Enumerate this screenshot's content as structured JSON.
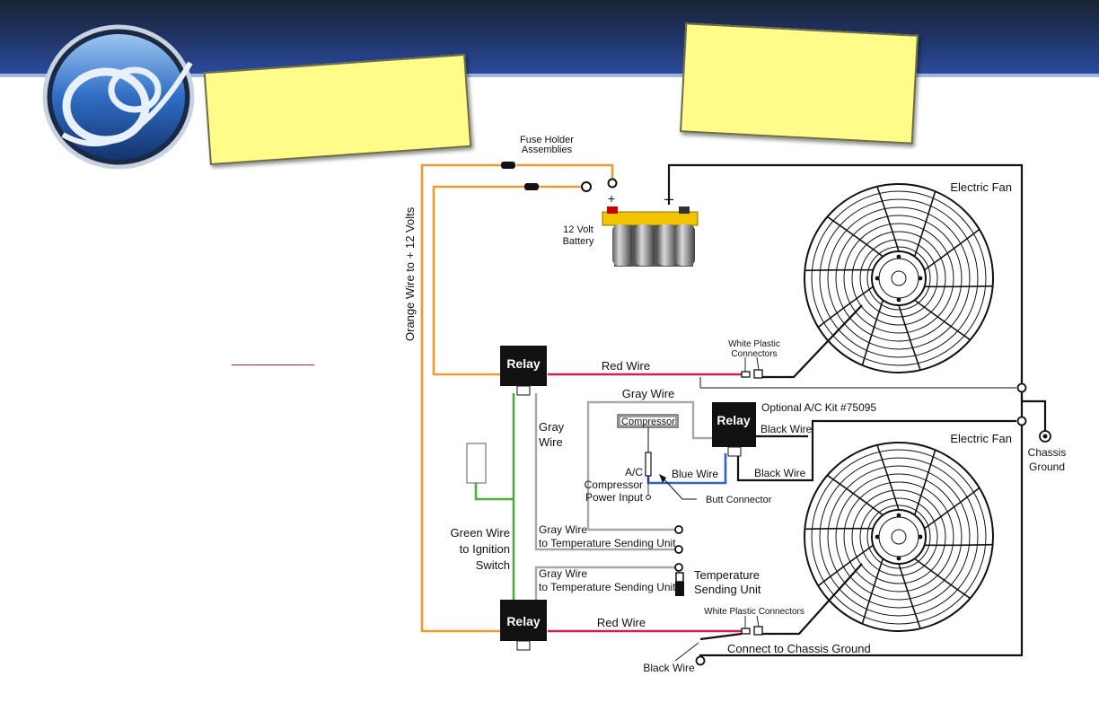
{
  "labels": {
    "fuse_holder": [
      "Fuse Holder",
      "Assemblies"
    ],
    "plus": "+",
    "minus": "–",
    "battery": [
      "12 Volt",
      "Battery"
    ],
    "orange_wire": "Orange Wire to + 12 Volts",
    "electric_fan_top": "Electric Fan",
    "electric_fan_bottom": "Electric Fan",
    "relay_top": "Relay",
    "relay_mid": "Relay",
    "relay_bottom": "Relay",
    "red_wire_top": "Red Wire",
    "red_wire_bottom": "Red Wire",
    "white_plastic_top": [
      "White Plastic",
      "Connectors"
    ],
    "white_plastic_bottom": "White Plastic Connectors",
    "gray_wire_top": "Gray Wire",
    "gray_wire_vert": [
      "Gray",
      "Wire"
    ],
    "optional_ac": "Optional A/C Kit #75095",
    "black_wire_1": "Black Wire",
    "black_wire_2": "Black Wire",
    "black_wire_bottom": "Black Wire",
    "compressor": "Compressor",
    "ac_power": [
      "A/C",
      "Compressor",
      "Power Input"
    ],
    "blue_wire": "Blue Wire",
    "butt_connector": "Butt Connector",
    "chassis_ground": [
      "Chassis",
      "Ground"
    ],
    "green_wire": [
      "Green Wire",
      "to Ignition",
      "Switch"
    ],
    "gray_temp_1": [
      "Gray Wire",
      "to Temperature Sending Unit"
    ],
    "gray_temp_2": [
      "Gray Wire",
      "to Temperature Sending Unit"
    ],
    "temp_sending_unit": [
      "Temperature",
      "Sending Unit"
    ],
    "connect_chassis": "Connect to Chassis Ground"
  },
  "colors": {
    "orange_wire": "#ef9a2e",
    "red_wire": "#d0204a",
    "gray_wire": "#a8a8a8",
    "green_wire": "#4caf3c",
    "blue_wire": "#2b63c8",
    "black_wire": "#111111",
    "note_yellow": "#fffc8a",
    "header_blue": "#2a4b9c"
  },
  "icons": [
    "be-cool-logo-icon",
    "fan-icon",
    "battery-icon",
    "fuse-holder-icon",
    "relay-icon",
    "terminal-icon"
  ]
}
